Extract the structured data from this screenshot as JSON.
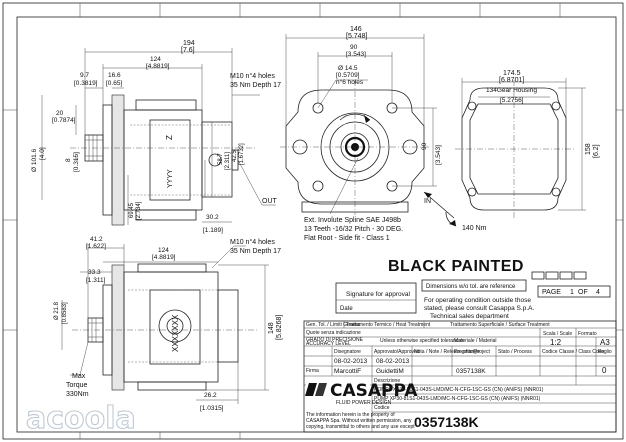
{
  "top_view": {
    "dim_194": "194",
    "dim_194_in": "[7.6]",
    "dim_124": "124",
    "dim_124_in": "[4.8819]",
    "dim_9_7": "9.7",
    "dim_9_7_in": "[0.3819]",
    "dim_16_6": "16.6",
    "dim_16_6_in": "[0.65]",
    "dim_20": "20",
    "dim_20_in": "[0.7874]",
    "dim_8": "8",
    "dim_8_in": "[0.315]",
    "dim_101": "Ø 101.6",
    "dim_101_in": "[4.0]",
    "dim_42_5": "42.5",
    "dim_42_5_in": "[1.6732]",
    "dim_58_7": "58.7",
    "dim_58_7_in": "[2.311]",
    "dim_69_5": "69.45",
    "dim_69_5_in": "[2.734]",
    "dim_30_2": "30.2",
    "dim_30_2_in": "[1.189]",
    "holes_note_1": "M10 n°4 holes",
    "holes_note_2": "35 Nm Depth 17",
    "letter_z": "Z",
    "label_yyyy": "YYYY",
    "dir_out": "OUT"
  },
  "front_view": {
    "dim_146": "146",
    "dim_146_in": "[5.748]",
    "dim_90": "90",
    "dim_90_in": "[3.543]",
    "dim_14_5": "Ø 14.5",
    "dim_14_5_in": "[0.5709]",
    "holes_6": "n°6 holes",
    "dim_90v": "90",
    "dim_90v_in": "[3.543]",
    "spline_1": "Ext. Involute Spline SAE J498b",
    "spline_2": "13 Teeth -16/32 Pitch - 30 DEG.",
    "spline_3": "Flat Root - Side fit - Class 1",
    "dir_in": "IN",
    "dim_140nm": "140 Nm"
  },
  "right_view": {
    "dim_174_5": "174.5",
    "dim_174_5_in": "[6.8701]",
    "gear_housing": "134Gear Housing",
    "gear_housing_in": "[5.2756]",
    "dim_158": "158",
    "dim_158_in": "[6.2]"
  },
  "bottom_view": {
    "dim_41_2": "41.2",
    "dim_41_2_in": "[1.622]",
    "dim_124": "124",
    "dim_124_in": "[4.8819]",
    "dim_33_3": "33.3",
    "dim_33_3_in": "[1.311]",
    "dim_21_8": "Ø 21.8",
    "dim_21_8_in": "[0.8583]",
    "holes_note_1": "M10 n°4 holes",
    "holes_note_2": "35 Nm Depth 17",
    "dim_148": "148",
    "dim_148_in": "[5.8268]",
    "dim_26_2": "26.2",
    "dim_26_2_in": "[1.0315]",
    "label_xxx": "XXXXXXX",
    "max_torque_1": "Max",
    "max_torque_2": "Torque",
    "max_torque_3": "330Nm"
  },
  "notes": {
    "black_painted": "BLACK PAINTED",
    "dims_note": "Dimensions w/o tol. are reference",
    "approval": "Signature for approval",
    "date_label": "Date",
    "page_label": "PAGE",
    "page_num": "1",
    "of_label": "OF",
    "page_total": "4",
    "consult_1": "For operating condition outside those",
    "consult_2": "stated, please consult Casappa S.p.A.",
    "consult_3": "Technical sales department"
  },
  "title_block": {
    "hdr_1": "Gen. Tol. / Limiti Genera",
    "hdr_2": "Trattamento Termico / Heat Treatment",
    "hdr_3": "Trattamento Superficiale / Surface Treatment",
    "row_tol_1": "Quote senza indicazione",
    "row_tol_2": "GRADO DI PRECISIONE",
    "row_tol_3": "ACCURACY LEVEL",
    "row_tol_4": "Unless otherwise specified tolerances",
    "material": "Materiale / Material",
    "scale_label": "Scala / Scale",
    "scale": "1:2",
    "format_label": "Formato",
    "format": "A3",
    "designer_lbl": "Disegnatore",
    "approved_lbl": "Approvato/Approved",
    "notes_lbl": "Nota / Note / Release change",
    "project_lbl": "Progetto/Project",
    "state_lbl": "Stato / Process",
    "class_lbl": "Codice Classe / Class Code",
    "sheet_lbl": "Foglio",
    "date_1": "08-02-2013",
    "date_2": "08-02-2013",
    "firma_lbl": "Firma",
    "sig_1": "MarcottiF",
    "sig_2": "GuidettiM",
    "code_mid": "0357138K",
    "rev": "0",
    "desc_lbl": "Descrizione",
    "desc_1": "POMPA XP30-81S1-043S-LMD/MC-N-CFG-1SC-GS (CN) (AN/FS) (NNR01)",
    "desc_2": "PUMP XP30-81S1-043S-LMD/MC-N-CFG-1SC-GS (CN) (AN/FS) (NNR01)",
    "logo": "CASAPPA",
    "logo_sub": "FLUID POWER DESIGN",
    "code_lbl": "Codice",
    "code": "0357138K",
    "legal_1": "The information herein is the property of",
    "legal_2": "CASAPPA Spa. Without written permission, any",
    "legal_3": "copying, transmittal to others and any use except"
  },
  "watermark": "acoola"
}
